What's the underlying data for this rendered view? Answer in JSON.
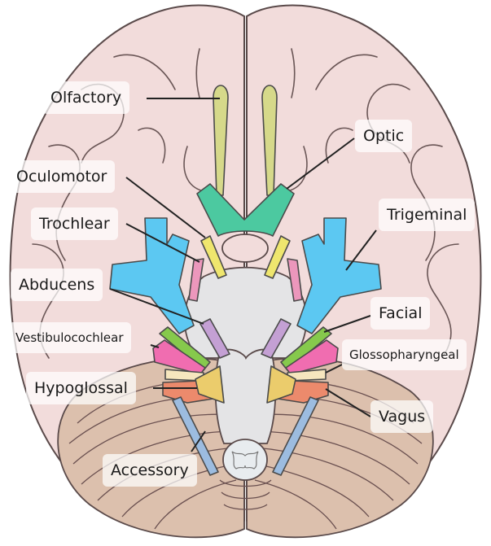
{
  "title": "Cranial nerves — inferior view of the brain",
  "colors": {
    "brain": "#f2dcdb",
    "brain_outline": "#5a4a4a",
    "cerebellum": "#dcc0ad",
    "brainstem": "#e4e4e6",
    "olfactory": "#d6d98a",
    "optic": "#4cc9a0",
    "oculomotor": "#efe66e",
    "trochlear": "#ec97bc",
    "trigeminal": "#5cc8f2",
    "abducens": "#c4a0d4",
    "facial": "#86c94c",
    "vestibulocochlear": "#f06db0",
    "glossopharyngeal": "#f6e6be",
    "vagus": "#ec8a6c",
    "accessory": "#9cbce0",
    "hypoglossal_root": "#ebcc6c",
    "leader_line": "#222222"
  },
  "labels": {
    "olfactory": "Olfactory",
    "optic": "Optic",
    "oculomotor": "Oculomotor",
    "trochlear": "Trochlear",
    "trigeminal": "Trigeminal",
    "abducens": "Abducens",
    "facial": "Facial",
    "vestibulocochlear": "Vestibulocochlear",
    "glossopharyngeal": "Glossopharyngeal",
    "hypoglossal": "Hypoglossal",
    "vagus": "Vagus",
    "accessory": "Accessory"
  }
}
